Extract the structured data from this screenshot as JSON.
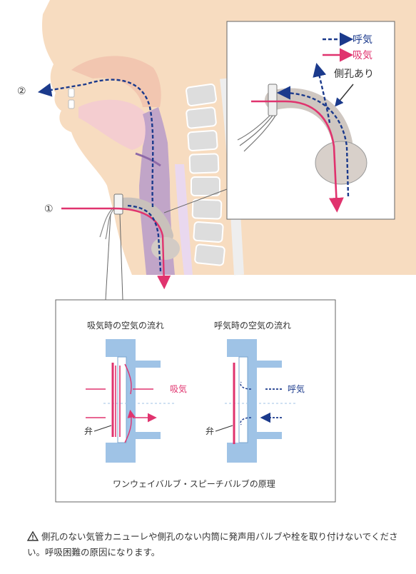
{
  "legend": {
    "exhale": "呼気",
    "inhale": "吸気",
    "side_hole": "側孔あり"
  },
  "markers": {
    "one": "①",
    "two": "②"
  },
  "valve_panel": {
    "inhale_title": "吸気時の空気の流れ",
    "exhale_title": "呼気時の空気の流れ",
    "inhale_label": "吸気",
    "exhale_label": "呼気",
    "valve_label_left": "弁",
    "valve_label_right": "弁",
    "caption": "ワンウェイバルブ・スピーチバルブの原理"
  },
  "warning": {
    "icon": "warning-triangle-icon",
    "text": "側孔のない気管カニューレや側孔のない内筒に発声用バルブや栓を取り付けないでください。呼吸困難の原因になります。"
  },
  "colors": {
    "inhale": "#e0336e",
    "exhale": "#1b3a8c",
    "skin": "#f7dcc0",
    "airway": "#b79bc9",
    "bone": "#dddddd",
    "valve_body": "#9fc3e6"
  }
}
